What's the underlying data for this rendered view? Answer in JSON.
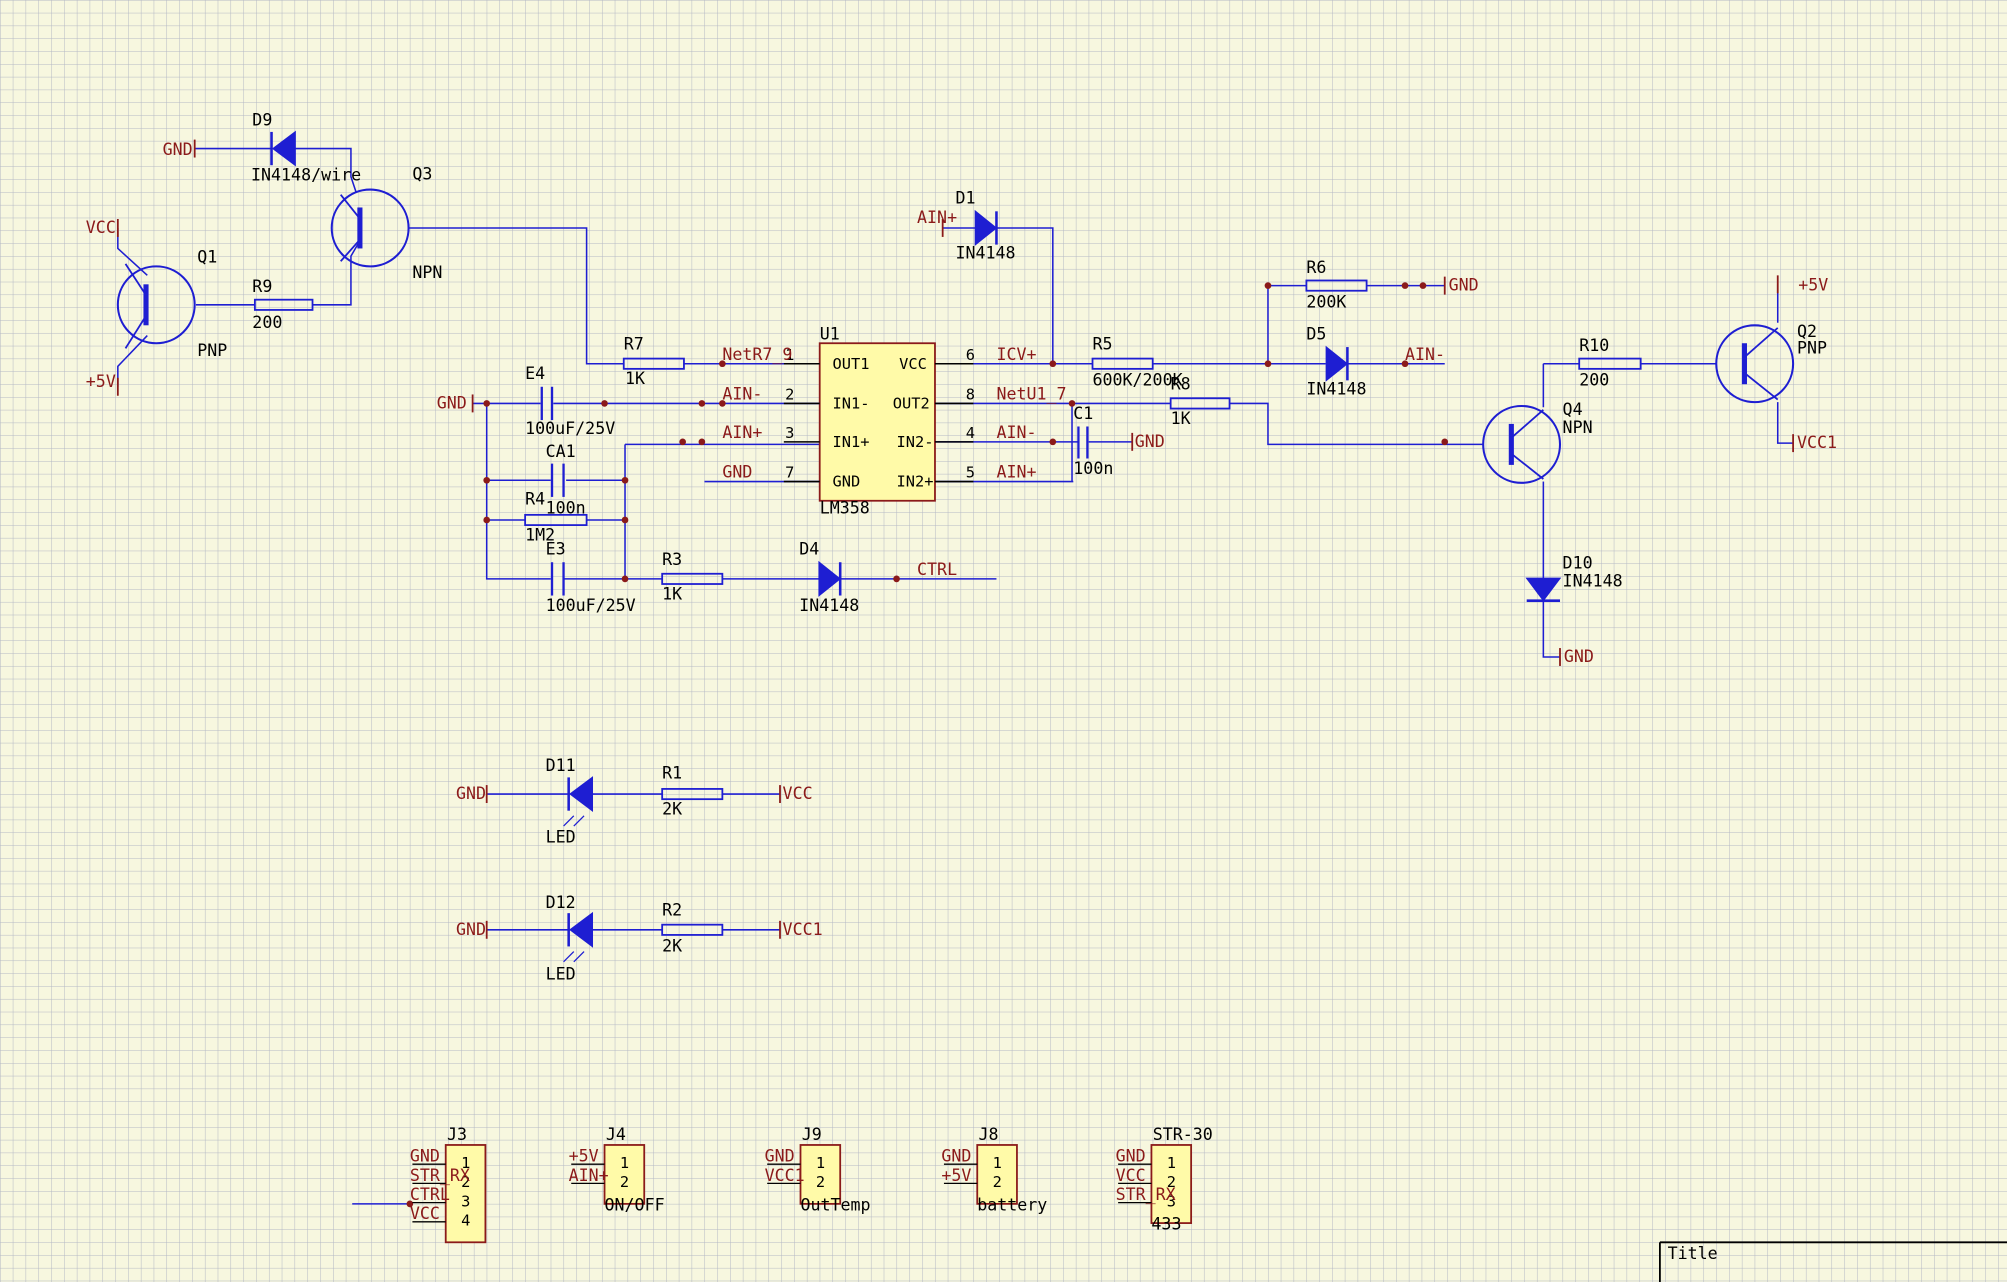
{
  "title_block": {
    "label": "Title"
  },
  "ic": {
    "ref": "U1",
    "part": "LM358",
    "left_pins": [
      [
        "1",
        "OUT1"
      ],
      [
        "2",
        "IN1-"
      ],
      [
        "3",
        "IN1+"
      ],
      [
        "7",
        "GND"
      ]
    ],
    "right_pins": [
      [
        "6",
        "VCC"
      ],
      [
        "8",
        "OUT2"
      ],
      [
        "4",
        "IN2-"
      ],
      [
        "5",
        "IN2+"
      ]
    ]
  },
  "components": {
    "D9": {
      "ref": "D9",
      "value": "IN4148/wire"
    },
    "Q3": {
      "ref": "Q3",
      "value": "NPN"
    },
    "Q1": {
      "ref": "Q1",
      "value": "PNP"
    },
    "R9": {
      "ref": "R9",
      "value": "200"
    },
    "R7": {
      "ref": "R7",
      "value": "1K"
    },
    "E4": {
      "ref": "E4",
      "value": "100uF/25V"
    },
    "CA1": {
      "ref": "CA1",
      "value": "100n"
    },
    "R4": {
      "ref": "R4",
      "value": "1M2"
    },
    "E3": {
      "ref": "E3",
      "value": "100uF/25V"
    },
    "R3": {
      "ref": "R3",
      "value": "1K"
    },
    "D4": {
      "ref": "D4",
      "value": "IN4148"
    },
    "D1": {
      "ref": "D1",
      "value": "IN4148"
    },
    "R5": {
      "ref": "R5",
      "value": "600K/200K"
    },
    "R8": {
      "ref": "R8",
      "value": "1K"
    },
    "C1": {
      "ref": "C1",
      "value": "100n"
    },
    "R6": {
      "ref": "R6",
      "value": "200K"
    },
    "D5": {
      "ref": "D5",
      "value": "IN4148"
    },
    "R10": {
      "ref": "R10",
      "value": "200"
    },
    "Q2": {
      "ref": "Q2",
      "value": "PNP"
    },
    "Q4": {
      "ref": "Q4",
      "value": "NPN"
    },
    "D10": {
      "ref": "D10",
      "value": "IN4148"
    },
    "D11": {
      "ref": "D11",
      "value": "LED"
    },
    "R1": {
      "ref": "R1",
      "value": "2K"
    },
    "D12": {
      "ref": "D12",
      "value": "LED"
    },
    "R2": {
      "ref": "R2",
      "value": "2K"
    }
  },
  "nets": {
    "gnd": "GND",
    "vcc": "VCC",
    "p5v": "+5V",
    "vcc1": "VCC1",
    "ain_p": "AIN+",
    "ain_m": "AIN-",
    "ctrl": "CTRL",
    "icv": "ICV+",
    "netr7": "NetR7_9",
    "netu1": "NetU1_7",
    "str_rx": "STR_RX"
  },
  "connectors": [
    {
      "ref": "J3",
      "value": "",
      "pins": [
        "1",
        "2",
        "3",
        "4"
      ],
      "nets": [
        "GND",
        "STR_RX",
        "CTRL",
        "VCC"
      ]
    },
    {
      "ref": "J4",
      "value": "ON/OFF",
      "pins": [
        "1",
        "2"
      ],
      "nets": [
        "+5V",
        "AIN+"
      ]
    },
    {
      "ref": "J9",
      "value": "OutTemp",
      "pins": [
        "1",
        "2"
      ],
      "nets": [
        "GND",
        "VCC1"
      ]
    },
    {
      "ref": "J8",
      "value": "battery",
      "pins": [
        "1",
        "2"
      ],
      "nets": [
        "GND",
        "+5V"
      ]
    },
    {
      "ref": "STR-30",
      "value": "433",
      "pins": [
        "1",
        "2",
        "3"
      ],
      "nets": [
        "GND",
        "VCC",
        "STR_RX"
      ]
    }
  ],
  "colors": {
    "background": "#f7f7df",
    "grid": "#b4b8c4",
    "wire": "#1e1ed2",
    "net_label": "#8b1a1a",
    "component": "#1e1ed2",
    "ic_fill": "#fffaa8",
    "junction": "#8b1a1a"
  }
}
